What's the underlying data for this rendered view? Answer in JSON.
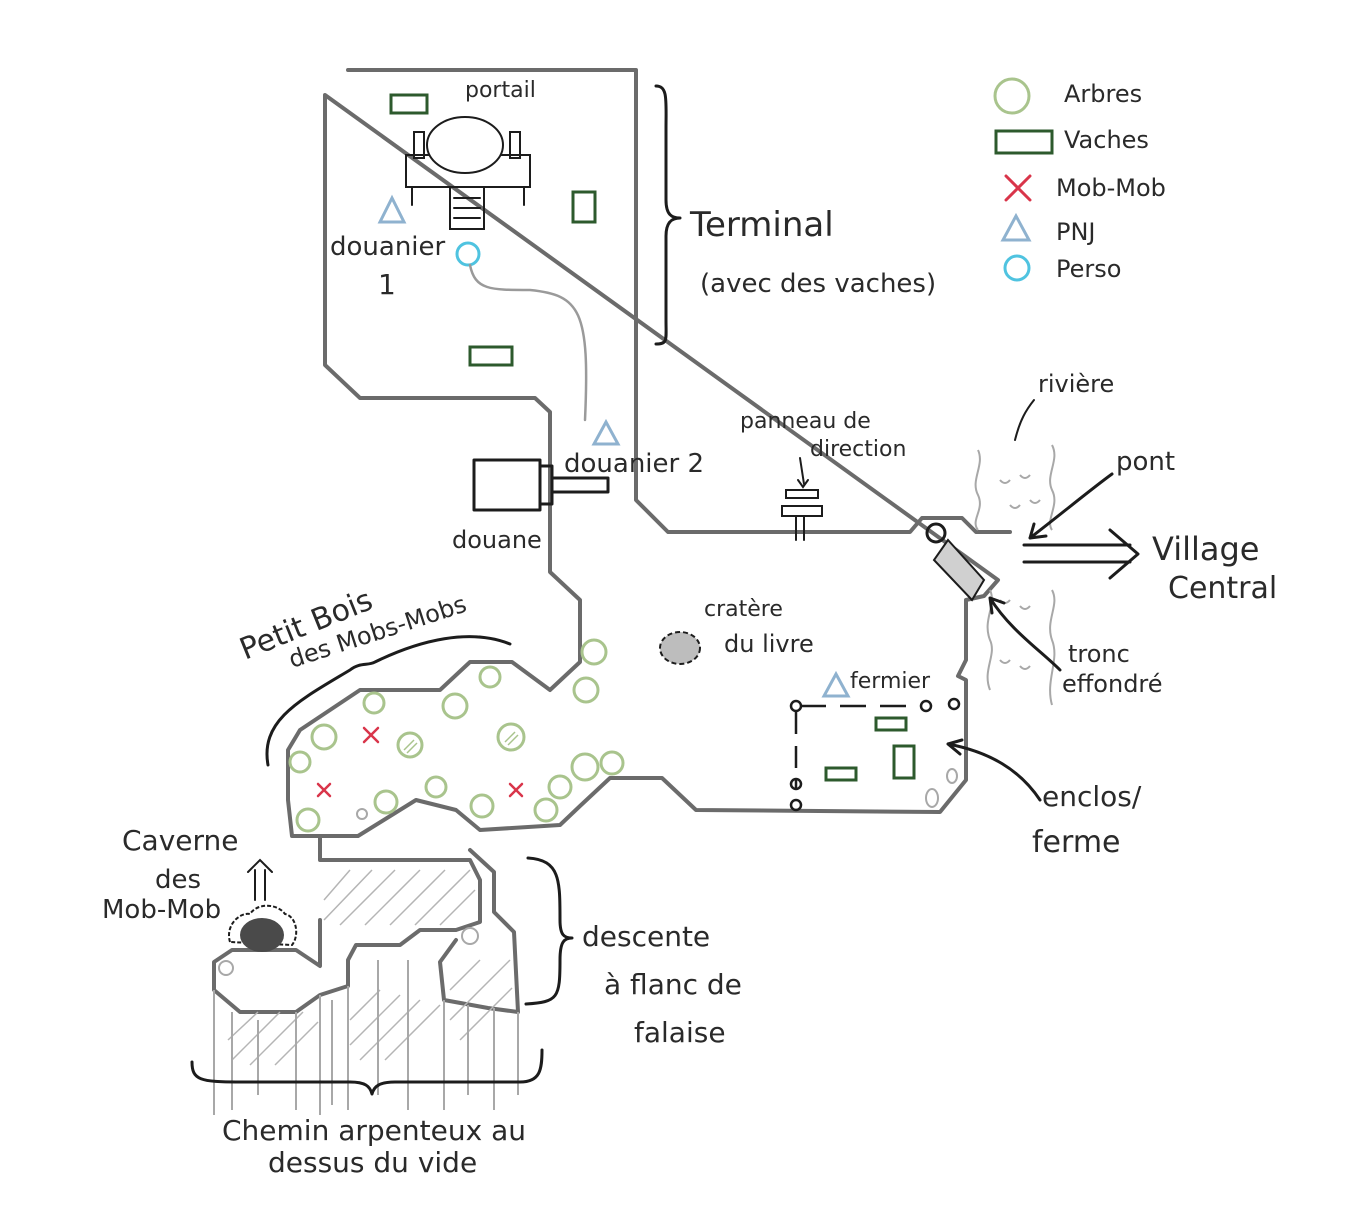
{
  "legend": {
    "items": [
      {
        "label": "Arbres",
        "symbol": "tree-icon",
        "color": "#a9c48d"
      },
      {
        "label": "Vaches",
        "symbol": "cow-icon",
        "color": "#2d5a2d"
      },
      {
        "label": "Mob-Mob",
        "symbol": "mob-icon",
        "color": "#d9354a"
      },
      {
        "label": "PNJ",
        "symbol": "npc-icon",
        "color": "#8fb2cf"
      },
      {
        "label": "Perso",
        "symbol": "player-icon",
        "color": "#4fc3e0"
      }
    ]
  },
  "labels": {
    "portail": "portail",
    "douanier1_line1": "douanier",
    "douanier1_line2": "1",
    "terminal": "Terminal",
    "terminal_sub": "(avec des vaches)",
    "douanier2": "douanier 2",
    "douane": "douane",
    "panneau_line1": "panneau de",
    "panneau_line2": "direction",
    "riviere": "rivière",
    "pont": "pont",
    "village_line1": "Village",
    "village_line2": "Central",
    "tronc_line1": "tronc",
    "tronc_line2": "effondré",
    "petit_bois_line1": "Petit Bois",
    "petit_bois_line2": "des Mobs-Mobs",
    "cratere_line1": "cratère",
    "cratere_line2": "du livre",
    "fermier": "fermier",
    "enclos_line1": "enclos/",
    "enclos_line2": "ferme",
    "caverne_line1": "Caverne",
    "caverne_line2": "des",
    "caverne_line3": "Mob-Mob",
    "descente_line1": "descente",
    "descente_line2": "à flanc de",
    "descente_line3": "falaise",
    "chemin_line1": "Chemin arpenteux au",
    "chemin_line2": "dessus du vide"
  },
  "colors": {
    "wall": "#6b6b6b",
    "ink": "#1c1c1c",
    "tree": "#a9c48d",
    "cow": "#2d5a2d",
    "mob": "#d9354a",
    "npc": "#8fb2cf",
    "player": "#4fc3e0"
  }
}
